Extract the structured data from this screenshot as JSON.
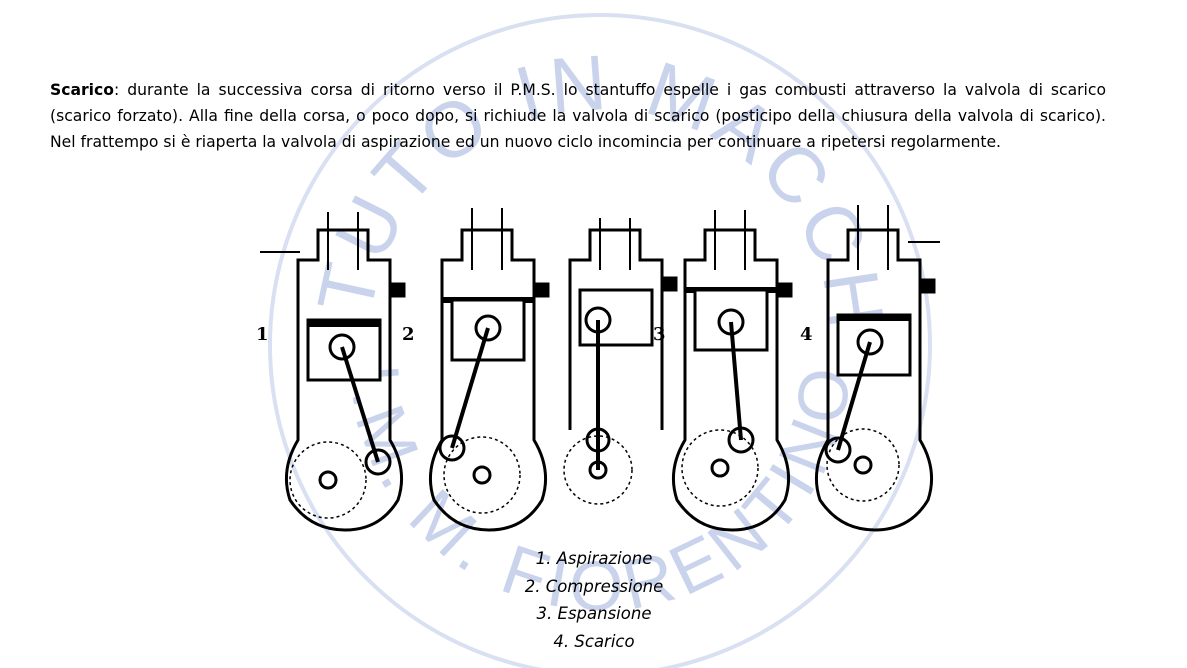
{
  "watermark": {
    "top_text": "ISTITUTO IN MACCHINA",
    "bottom_text": "I.M. M. FIORENTINO",
    "color": "#c9d3ec"
  },
  "paragraph": {
    "term": "Scarico",
    "text": ": durante la successiva corsa di ritorno verso il P.M.S. lo stantuffo espelle i gas combusti attraverso la valvola di scarico (scarico forzato). Alla fine della corsa, o poco dopo, si richiude la valvola di scarico (posticipo della chiusura della valvola di scarico). Nel frattempo si è riaperta la valvola di aspirazione ed un nuovo ciclo incomincia per continuare a ripetersi regolarmente."
  },
  "figure": {
    "labels": [
      "1",
      "2",
      "3",
      "4"
    ]
  },
  "captions": [
    "1. Aspirazione",
    "2. Compressione",
    "3. Espansione",
    "4. Scarico"
  ]
}
